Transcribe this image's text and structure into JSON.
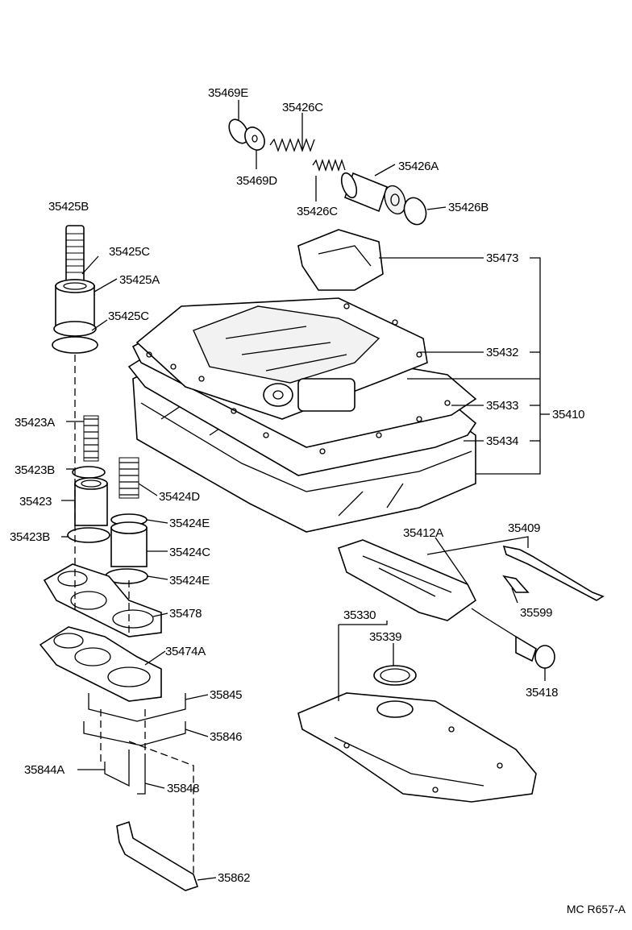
{
  "diagram": {
    "labels": [
      {
        "id": "35469E",
        "text": "35469E"
      },
      {
        "id": "35426C_top",
        "text": "35426C"
      },
      {
        "id": "35469D",
        "text": "35469D"
      },
      {
        "id": "35426A",
        "text": "35426A"
      },
      {
        "id": "35426C_bottom",
        "text": "35426C"
      },
      {
        "id": "35426B",
        "text": "35426B"
      },
      {
        "id": "35425B",
        "text": "35425B"
      },
      {
        "id": "35425C_top",
        "text": "35425C"
      },
      {
        "id": "35425A",
        "text": "35425A"
      },
      {
        "id": "35425C_bottom",
        "text": "35425C"
      },
      {
        "id": "35473",
        "text": "35473"
      },
      {
        "id": "35432",
        "text": "35432"
      },
      {
        "id": "35433",
        "text": "35433"
      },
      {
        "id": "35410",
        "text": "35410"
      },
      {
        "id": "35434",
        "text": "35434"
      },
      {
        "id": "35423A",
        "text": "35423A"
      },
      {
        "id": "35423B_top",
        "text": "35423B"
      },
      {
        "id": "35423",
        "text": "35423"
      },
      {
        "id": "35424D",
        "text": "35424D"
      },
      {
        "id": "35424E_top",
        "text": "35424E"
      },
      {
        "id": "35423B_bottom",
        "text": "35423B"
      },
      {
        "id": "35424C",
        "text": "35424C"
      },
      {
        "id": "35424E_bottom",
        "text": "35424E"
      },
      {
        "id": "35478",
        "text": "35478"
      },
      {
        "id": "35412A",
        "text": "35412A"
      },
      {
        "id": "35409",
        "text": "35409"
      },
      {
        "id": "35599",
        "text": "35599"
      },
      {
        "id": "35330",
        "text": "35330"
      },
      {
        "id": "35339",
        "text": "35339"
      },
      {
        "id": "35418",
        "text": "35418"
      },
      {
        "id": "35474A",
        "text": "35474A"
      },
      {
        "id": "35845",
        "text": "35845"
      },
      {
        "id": "35846",
        "text": "35846"
      },
      {
        "id": "35844A",
        "text": "35844A"
      },
      {
        "id": "35848",
        "text": "35848"
      },
      {
        "id": "35862",
        "text": "35862"
      }
    ],
    "reference_code": "MC R657-A"
  }
}
